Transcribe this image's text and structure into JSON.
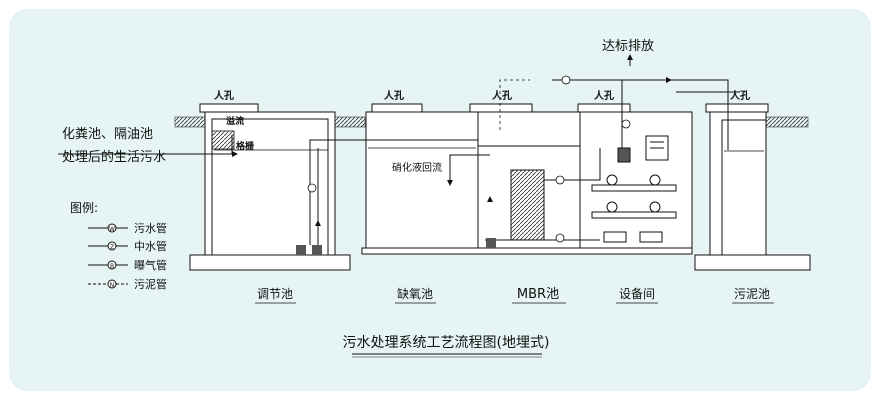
{
  "title": "污水处理系统工艺流程图(地埋式)",
  "inflow": {
    "line1": "化粪池、隔油池",
    "line2": "处理后的生活污水"
  },
  "discharge": "达标排放",
  "manhole": "人孔",
  "tanks": {
    "adjust": "调节池",
    "anoxic": "缺氧池",
    "mbr": "MBR池",
    "equipment": "设备间",
    "sludge": "污泥池"
  },
  "labels": {
    "overflow": "溢流",
    "screen": "格栅",
    "nitrate": "硝化液回流"
  },
  "legend": {
    "title": "图例:",
    "items": [
      {
        "symbol": "W",
        "label": "污水管"
      },
      {
        "symbol": "Z",
        "label": "中水管"
      },
      {
        "symbol": "B",
        "label": "曝气管"
      },
      {
        "symbol": "N",
        "label": "污泥管"
      }
    ]
  },
  "colors": {
    "background": "#e6f4f4",
    "line": "#111111",
    "accent": "#c0504d"
  }
}
